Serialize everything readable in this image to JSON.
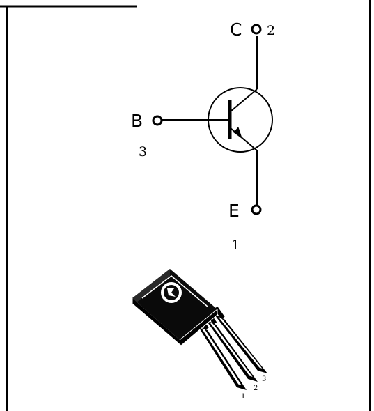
{
  "schematic": {
    "collector": {
      "letter": "C",
      "pin": "2"
    },
    "base": {
      "letter": "B",
      "pin": "3"
    },
    "emitter": {
      "letter": "E",
      "pin": "1"
    }
  },
  "package": {
    "pin_labels": [
      "1",
      "2",
      "3"
    ]
  },
  "colors": {
    "line": "#000000",
    "body": "#0a0a0a",
    "lead": "#ffffff"
  }
}
